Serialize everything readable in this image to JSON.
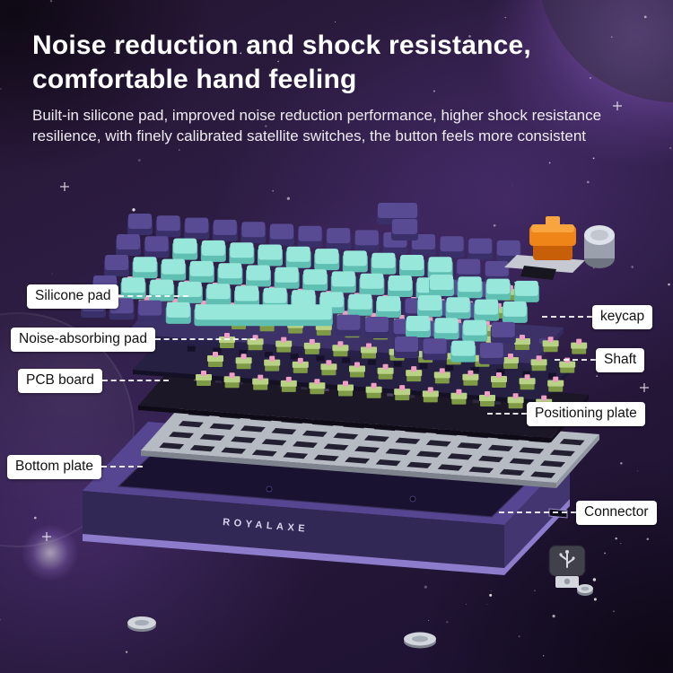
{
  "header": {
    "title_line1": "Noise reduction and shock resistance,",
    "title_line2": "comfortable hand feeling",
    "description": "Built-in silicone pad, improved noise reduction performance, higher shock resistance resilience, with finely calibrated satellite switches, the button feels more consistent"
  },
  "callouts": {
    "silicone_pad": "Silicone pad",
    "noise_absorbing_pad": "Noise-absorbing pad",
    "pcb_board": "PCB board",
    "bottom_plate": "Bottom plate",
    "keycap": "keycap",
    "shaft": "Shaft",
    "positioning_plate": "Positioning plate",
    "connector": "Connector"
  },
  "keyboard": {
    "brand": "ROYALAXE"
  },
  "colors": {
    "background_purple": "#2f1e47",
    "heading_text": "#ffffff",
    "keycap_mint": "#97e8db",
    "keycap_purple": "#584b94",
    "switch_green": "#b9d384",
    "switch_stem_pink": "#ef9fc4",
    "case_purple": "#564691",
    "plate_silver": "#b5bac3",
    "label_background": "#ffffff",
    "label_text": "#111111"
  }
}
